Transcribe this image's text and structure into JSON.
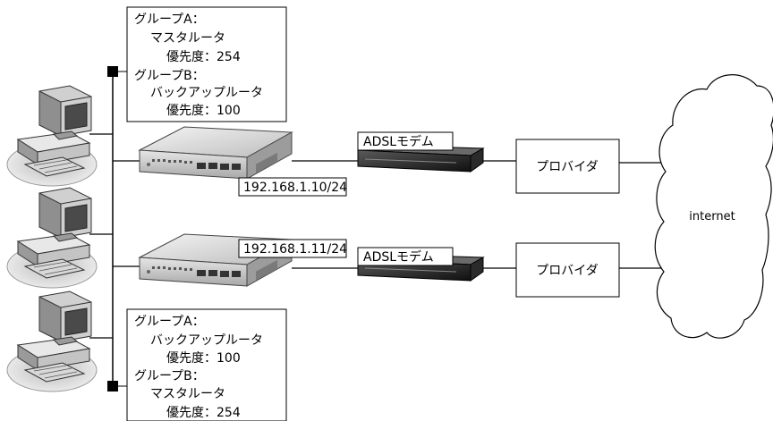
{
  "info_top": {
    "lines": [
      "グループA：",
      "マスタルータ",
      "優先度：254",
      "グループB：",
      "バックアップルータ",
      "優先度：100"
    ]
  },
  "info_bottom": {
    "lines": [
      "グループA：",
      "バックアップルータ",
      "優先度：100",
      "グループB：",
      "マスタルータ",
      "優先度：254"
    ]
  },
  "router1": {
    "ip": "192.168.1.10/24",
    "modem": "ADSLモデム",
    "provider": "プロバイダ"
  },
  "router2": {
    "ip": "192.168.1.11/24",
    "modem": "ADSLモデム",
    "provider": "プロバイダ"
  },
  "cloud": {
    "label": "internet"
  },
  "colors": {
    "line": "#000000",
    "router_body": "#d4d4d4",
    "modem_body": "#1a1a1a",
    "pc_body": "#cfcfcf"
  }
}
